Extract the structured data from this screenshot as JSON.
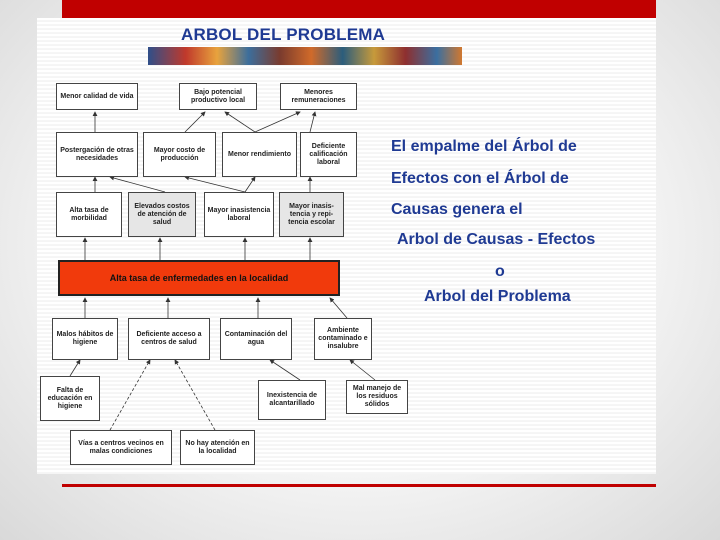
{
  "title": "ARBOL DEL PROBLEMA",
  "effects_level1": {
    "b1": "Menor calidad de vida",
    "b2": "Bajo potencial productivo local",
    "b3": "Menores remuneraciones"
  },
  "effects_level2": {
    "b1": "Postergación de otras necesidades",
    "b2": "Mayor costo de producción",
    "b3": "Menor rendimiento",
    "b4": "Deficiente calificación laboral"
  },
  "effects_level3": {
    "b1": "Alta tasa de morbilidad",
    "b2": "Elevados costos de atención de salud",
    "b3": "Mayor inasistencia laboral",
    "b4": "Mayor inasis- tencia y repi- tencia escolar"
  },
  "central_problem": "Alta tasa de enfermedades en la localidad",
  "causes_level1": {
    "b1": "Malos hábitos de higiene",
    "b2": "Deficiente acceso a centros de salud",
    "b3": "Contaminación del agua",
    "b4": "Ambiente contaminado e insalubre"
  },
  "causes_level2": {
    "b1": "Falta de educación en higiene",
    "b2": "Inexistencia de alcantarillado",
    "b3": "Mal manejo de los residuos sólidos"
  },
  "causes_level3": {
    "b1": "Vías a centros vecinos en malas condiciones",
    "b2": "No hay atención en la localidad"
  },
  "side_text": {
    "line1": "El empalme del Árbol de",
    "line2": "Efectos con el Árbol de",
    "line3": "Causas genera el",
    "line4": "Arbol de Causas - Efectos",
    "line5": "o",
    "line6": "Arbol del Problema"
  }
}
